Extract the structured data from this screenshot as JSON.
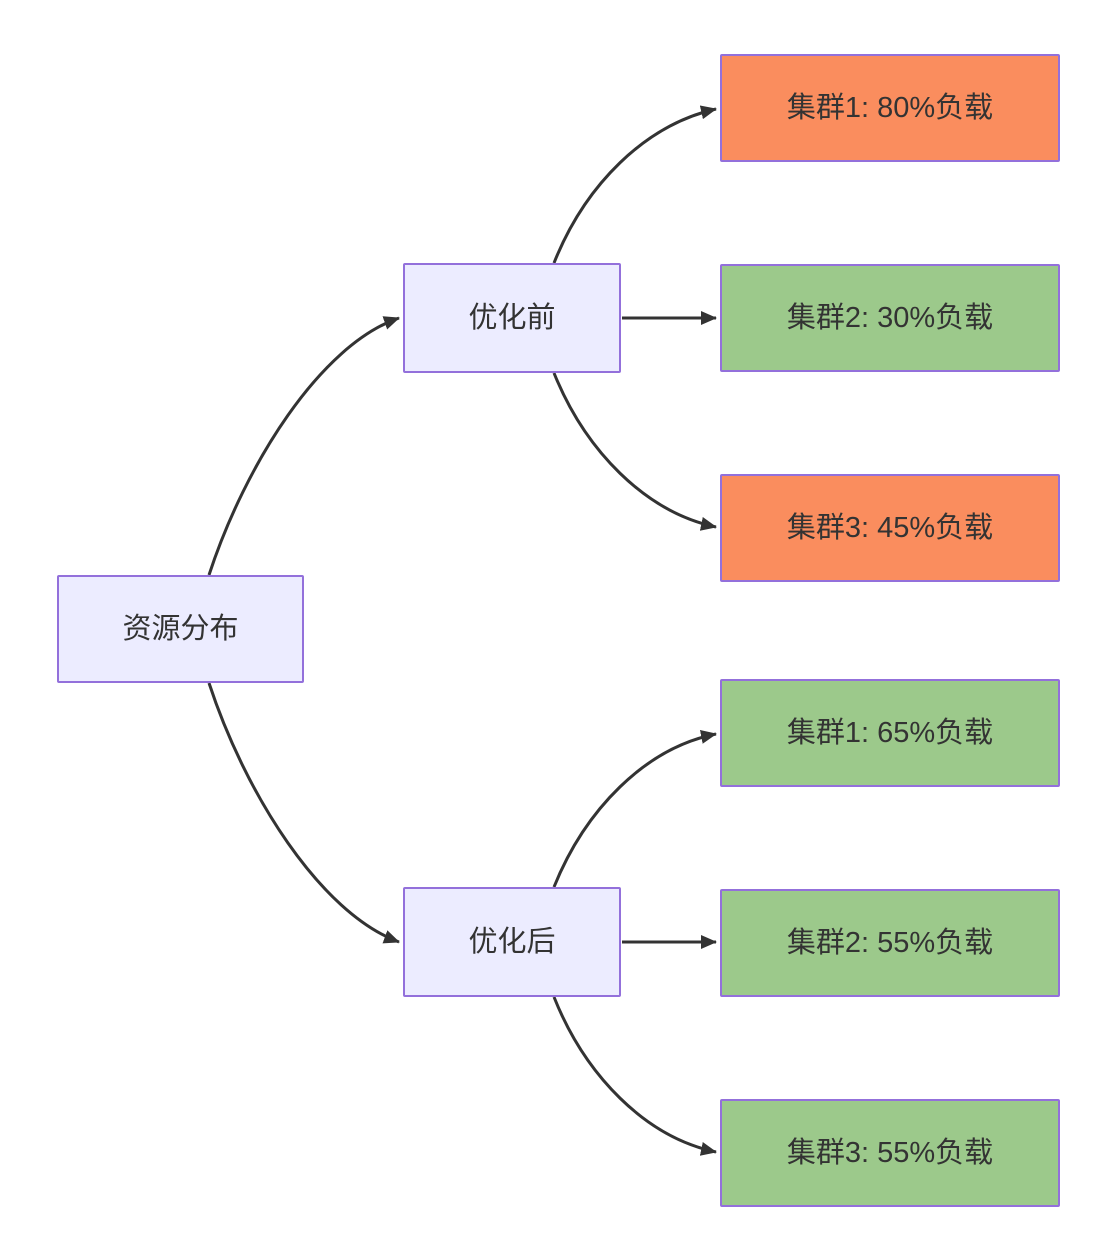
{
  "diagram": {
    "title_implicit": "",
    "root": {
      "label": "资源分布"
    },
    "branches": [
      {
        "id": "before",
        "label": "优化前"
      },
      {
        "id": "after",
        "label": "优化后"
      }
    ],
    "clusters": [
      {
        "parent": "before",
        "label": "集群1: 80%负载",
        "load_percent": 80,
        "status": "overload"
      },
      {
        "parent": "before",
        "label": "集群2: 30%负载",
        "load_percent": 30,
        "status": "normal"
      },
      {
        "parent": "before",
        "label": "集群3: 45%负载",
        "load_percent": 45,
        "status": "overload"
      },
      {
        "parent": "after",
        "label": "集群1: 65%负载",
        "load_percent": 65,
        "status": "normal"
      },
      {
        "parent": "after",
        "label": "集群2: 55%负载",
        "load_percent": 55,
        "status": "normal"
      },
      {
        "parent": "after",
        "label": "集群3: 55%负载",
        "load_percent": 55,
        "status": "normal"
      }
    ],
    "colors": {
      "node_fill": "#ECECFF",
      "node_border": "#9370DB",
      "overload_fill": "#FA8D5E",
      "normal_fill": "#9CC98B",
      "edge": "#333333",
      "text": "#333333"
    }
  }
}
